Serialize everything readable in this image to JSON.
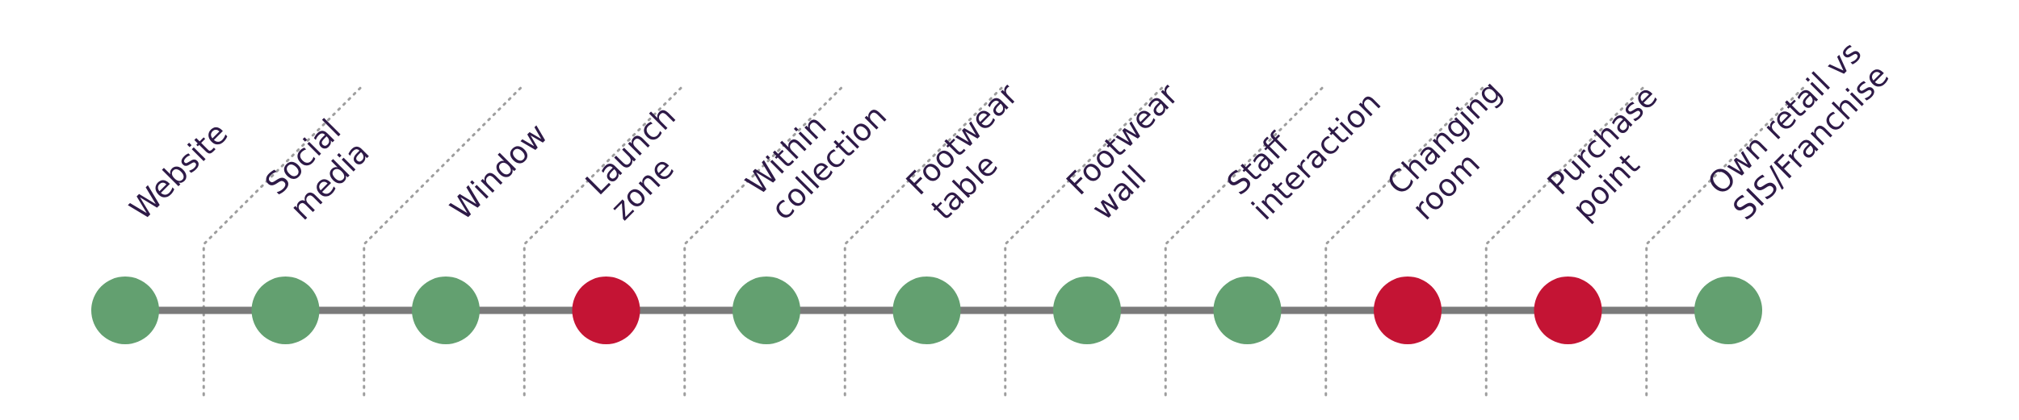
{
  "colors": {
    "line": "#7a7a7a",
    "divider": "#9e9e9e",
    "label": "#2e1a47",
    "status_ok": "#63a070",
    "status_issue": "#c41434"
  },
  "stages": [
    {
      "lines": [
        "Website"
      ],
      "status": "ok"
    },
    {
      "lines": [
        "Social",
        "media"
      ],
      "status": "ok"
    },
    {
      "lines": [
        "Window"
      ],
      "status": "ok"
    },
    {
      "lines": [
        "Launch",
        "zone"
      ],
      "status": "issue"
    },
    {
      "lines": [
        "Within",
        "collection"
      ],
      "status": "ok"
    },
    {
      "lines": [
        "Footwear",
        "table"
      ],
      "status": "ok"
    },
    {
      "lines": [
        "Footwear",
        "wall"
      ],
      "status": "ok"
    },
    {
      "lines": [
        "Staff",
        "interaction"
      ],
      "status": "ok"
    },
    {
      "lines": [
        "Changing",
        "room"
      ],
      "status": "issue"
    },
    {
      "lines": [
        "Purchase",
        "point"
      ],
      "status": "issue"
    },
    {
      "lines": [
        "Own retail vs",
        "SIS/Franchise"
      ],
      "status": "ok"
    }
  ]
}
